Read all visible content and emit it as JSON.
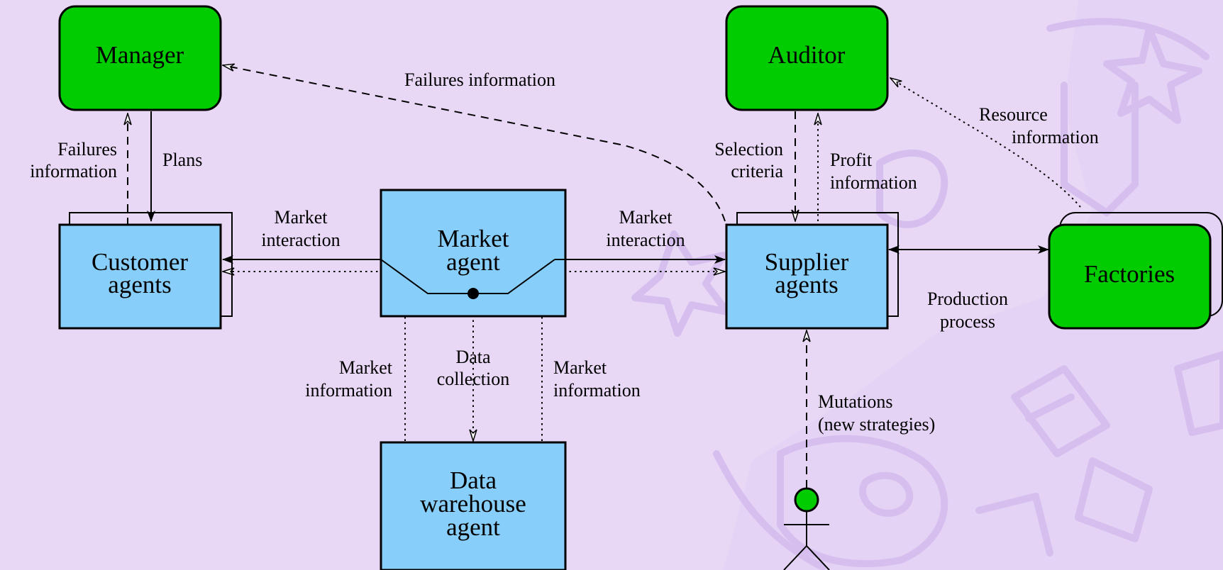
{
  "nodes": {
    "manager": "Manager",
    "auditor": "Auditor",
    "customer": [
      "Customer",
      "agents"
    ],
    "market": [
      "Market",
      "agent"
    ],
    "supplier": [
      "Supplier",
      "agents"
    ],
    "factories": "Factories",
    "warehouse": [
      "Data",
      "warehouse",
      "agent"
    ]
  },
  "edges": {
    "failures_top": "Failures information",
    "failures_left": [
      "Failures",
      "information"
    ],
    "plans": "Plans",
    "market_interaction_left": [
      "Market",
      "interaction"
    ],
    "market_interaction_right": [
      "Market",
      "interaction"
    ],
    "selection_criteria": [
      "Selection",
      "criteria"
    ],
    "profit_information": [
      "Profit",
      "information"
    ],
    "resource_information": [
      "Resource",
      "information"
    ],
    "production_process": [
      "Production",
      "process"
    ],
    "market_information_left": [
      "Market",
      "information"
    ],
    "data_collection": [
      "Data",
      "collection"
    ],
    "market_information_right": [
      "Market",
      "information"
    ],
    "mutations": [
      "Mutations",
      "(new strategies)"
    ]
  },
  "colors": {
    "background": "#e8d8f6",
    "green_node": "#00cc00",
    "blue_node": "#87cefa",
    "watermark": "#d6bfee"
  }
}
